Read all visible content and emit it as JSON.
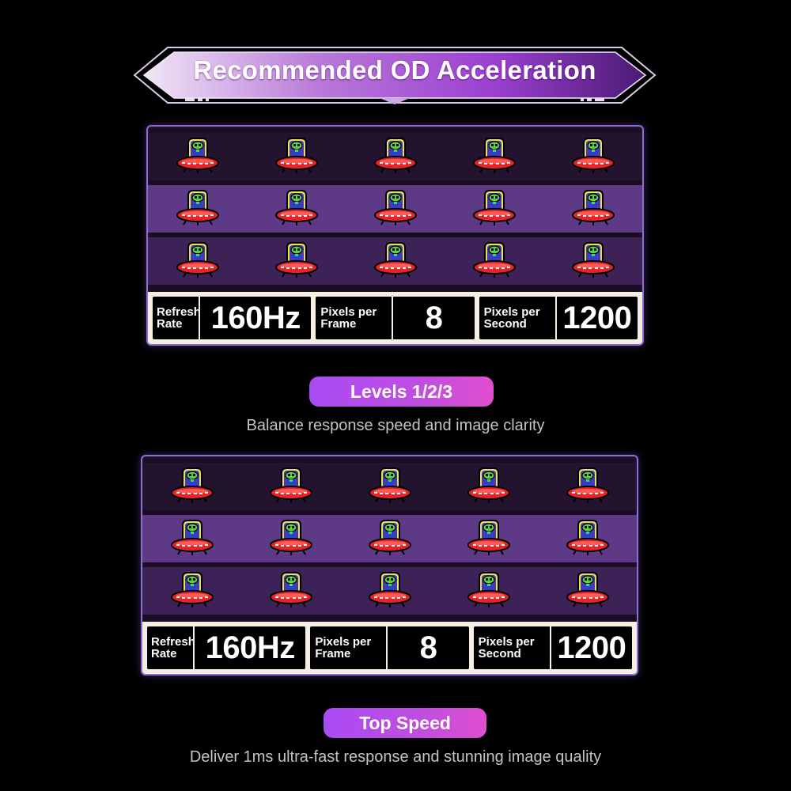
{
  "banner": {
    "title": "Recommended OD Acceleration"
  },
  "panels": [
    {
      "stats": [
        {
          "label": "Refresh\nRate",
          "value": "160Hz"
        },
        {
          "label": "Pixels per\nFrame",
          "value": "8"
        },
        {
          "label": "Pixels per\nSecond",
          "value": "1200"
        }
      ],
      "mode": "Levels 1/2/3",
      "caption": "Balance response speed and image clarity"
    },
    {
      "stats": [
        {
          "label": "Refresh\nRate",
          "value": "160Hz"
        },
        {
          "label": "Pixels per\nFrame",
          "value": "8"
        },
        {
          "label": "Pixels per\nSecond",
          "value": "1200"
        }
      ],
      "mode": "Top Speed",
      "caption": "Deliver 1ms ultra-fast response and stunning image quality"
    }
  ],
  "icons": {
    "sprite": "alien-ufo-icon"
  },
  "colors": {
    "accent_purple": "#a94cf4",
    "accent_pink": "#e04fce",
    "lane_dark": "#24132e",
    "lane_mid": "#5e3a86",
    "lane_deep": "#3c2256",
    "stats_frame": "#f4efe0"
  }
}
